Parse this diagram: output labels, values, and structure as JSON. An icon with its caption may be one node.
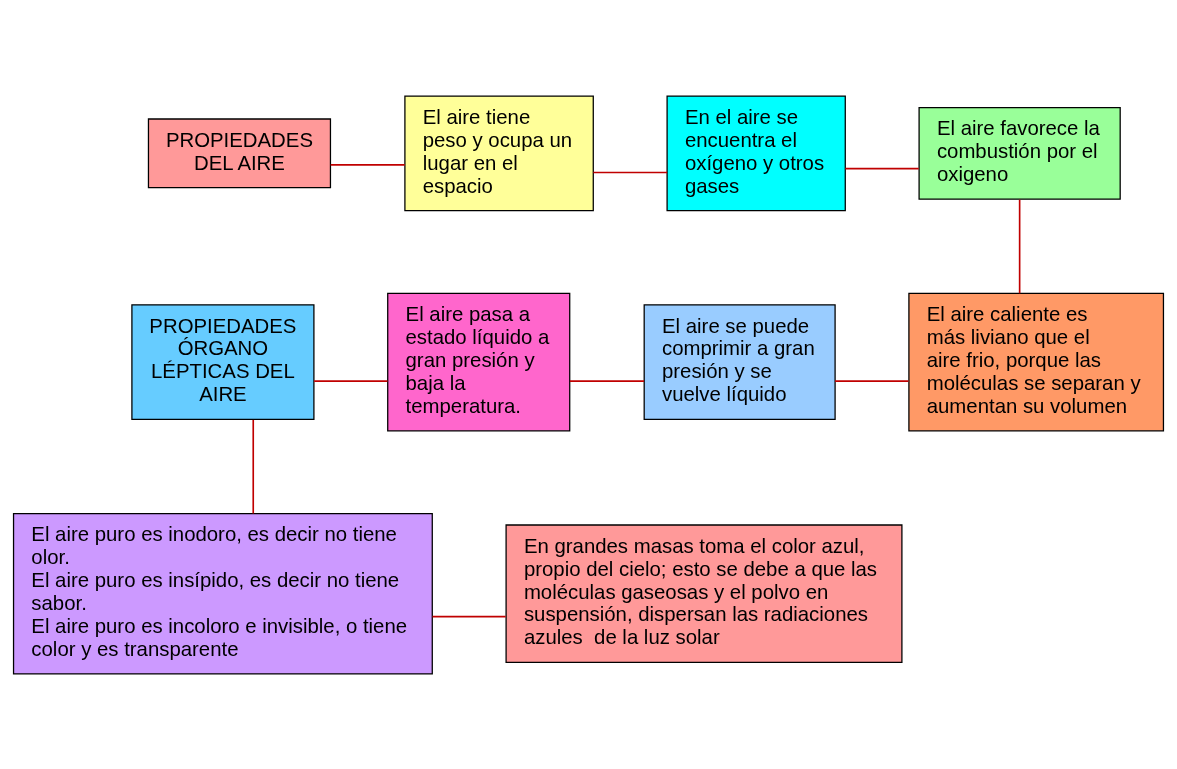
{
  "diagram": {
    "nodes": [
      {
        "text": [
          "PROPIEDADES DEL AIRE"
        ]
      },
      {
        "text": [
          "El aire tiene peso y ocupa un lugar en el espacio"
        ]
      },
      {
        "text": [
          "En el aire se encuentra el oxígeno y otros gases"
        ]
      },
      {
        "text": [
          "El aire favorece la combustión por el oxigeno"
        ]
      },
      {
        "text": [
          "PROPIEDADES ÓRGANO LÉPTICAS DEL AIRE"
        ]
      },
      {
        "text": [
          "El aire pasa a estado líquido a gran presión y baja la temperatura."
        ]
      },
      {
        "text": [
          "El aire se puede comprimir a gran presión y se vuelve líquido"
        ]
      },
      {
        "text": [
          "El aire caliente es más liviano que el aire frio, porque las moléculas se separan y aumentan su volumen"
        ]
      },
      {
        "text": [
          "El aire puro es inodoro, es decir no tiene olor.",
          "El aire puro es insípido, es decir no tiene sabor.",
          "El aire puro es incoloro e invisible, o tiene color y es transparente"
        ]
      },
      {
        "text": [
          "En grandes masas toma el color azul, propio del cielo; esto se debe a que las moléculas gaseosas y el polvo en suspensión, dispersan las radiaciones azules  de la luz solar"
        ]
      }
    ],
    "edges": [
      {
        "from": 0,
        "to": 1,
        "arrow": "none"
      },
      {
        "from": 1,
        "to": 2,
        "arrow": "none"
      },
      {
        "from": 2,
        "to": 3,
        "arrow": "none"
      },
      {
        "from": 3,
        "to": 7,
        "arrow": "none"
      },
      {
        "from": 4,
        "to": 5,
        "arrow": "none"
      },
      {
        "from": 5,
        "to": 6,
        "arrow": "none"
      },
      {
        "from": 6,
        "to": 7,
        "arrow": "none"
      },
      {
        "from": 4,
        "to": 8,
        "arrow": "none"
      },
      {
        "from": 8,
        "to": 9,
        "arrow": "none"
      }
    ]
  }
}
